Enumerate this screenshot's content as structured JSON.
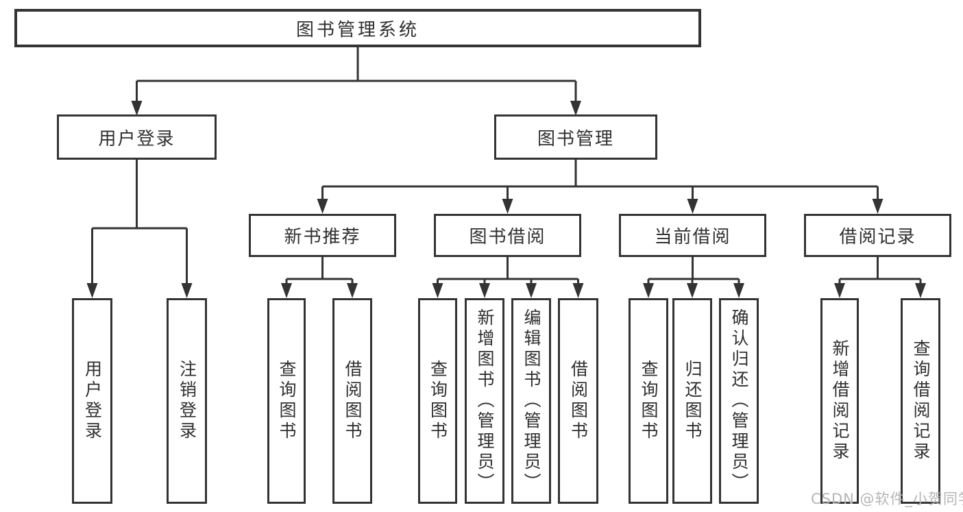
{
  "colors": {
    "line": "#333333",
    "text": "#2f2f2f",
    "watermark": "#b5b5b5",
    "background": "#ffffff"
  },
  "nodes": {
    "root": {
      "label": "图书管理系统"
    },
    "user_login_branch": {
      "label": "用户登录"
    },
    "book_management": {
      "label": "图书管理"
    },
    "new_book_recommend": {
      "label": "新书推荐"
    },
    "book_borrowing": {
      "label": "图书借阅"
    },
    "current_borrowing": {
      "label": "当前借阅"
    },
    "borrowing_records": {
      "label": "借阅记录"
    },
    "user_login": {
      "label": "用户登录"
    },
    "logout": {
      "label": "注销登录"
    },
    "nbr_query_books": {
      "label": "查询图书"
    },
    "nbr_borrow_books": {
      "label": "借阅图书"
    },
    "bb_query_books": {
      "label": "查询图书"
    },
    "bb_add_books": {
      "label": "新增图书（管理员）"
    },
    "bb_edit_books": {
      "label": "编辑图书（管理员）"
    },
    "bb_borrow_books": {
      "label": "借阅图书"
    },
    "cb_query_books": {
      "label": "查询图书"
    },
    "cb_return_books": {
      "label": "归还图书"
    },
    "cb_confirm_return": {
      "label": "确认归还（管理员）"
    },
    "br_add_record": {
      "label": "新增借阅记录"
    },
    "br_query_record": {
      "label": "查询借阅记录"
    }
  },
  "edges": [
    [
      "root",
      "user_login_branch"
    ],
    [
      "root",
      "book_management"
    ],
    [
      "user_login_branch",
      "user_login"
    ],
    [
      "user_login_branch",
      "logout"
    ],
    [
      "book_management",
      "new_book_recommend"
    ],
    [
      "book_management",
      "book_borrowing"
    ],
    [
      "book_management",
      "current_borrowing"
    ],
    [
      "book_management",
      "borrowing_records"
    ],
    [
      "new_book_recommend",
      "nbr_query_books"
    ],
    [
      "new_book_recommend",
      "nbr_borrow_books"
    ],
    [
      "book_borrowing",
      "bb_query_books"
    ],
    [
      "book_borrowing",
      "bb_add_books"
    ],
    [
      "book_borrowing",
      "bb_edit_books"
    ],
    [
      "book_borrowing",
      "bb_borrow_books"
    ],
    [
      "current_borrowing",
      "cb_query_books"
    ],
    [
      "current_borrowing",
      "cb_return_books"
    ],
    [
      "current_borrowing",
      "cb_confirm_return"
    ],
    [
      "borrowing_records",
      "br_add_record"
    ],
    [
      "borrowing_records",
      "br_query_record"
    ]
  ],
  "watermark": {
    "text": "CSDN @软件_小贺同学"
  }
}
